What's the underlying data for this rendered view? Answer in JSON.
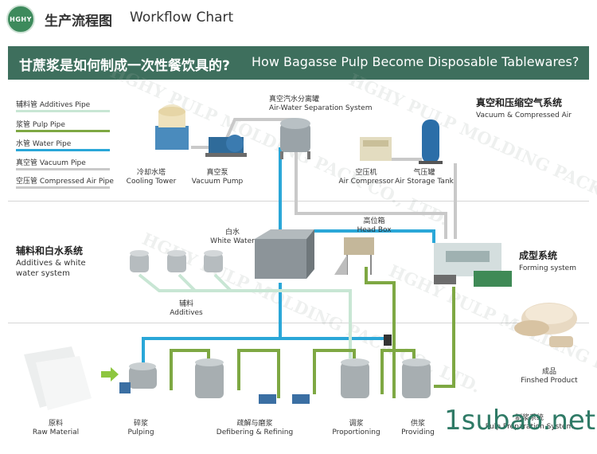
{
  "header": {
    "logo_text": "HGHY",
    "title_cn": "生产流程图",
    "title_en": "Workflow Chart"
  },
  "banner": {
    "cn": "甘蔗浆是如何制成一次性餐饮具的?",
    "en": "How Bagasse Pulp Become Disposable Tablewares?"
  },
  "legend": [
    {
      "label": "辅料管 Additives Pipe",
      "color": "#c8e6d4"
    },
    {
      "label": "浆管 Pulp Pipe",
      "color": "#7ea843"
    },
    {
      "label": "水管 Water Pipe",
      "color": "#2aa7d8"
    },
    {
      "label": "真空管 Vacuum Pipe",
      "color": "#c9c9c9"
    },
    {
      "label": "空压管 Compressed Air Pipe",
      "color": "#c9c9c9"
    }
  ],
  "watermark": "HGHY PULP MOLDING PACK CO., LTD.",
  "sections": {
    "vacuum_air": {
      "cn": "真空和压缩空气系统",
      "en": "Vacuum & Compressed Air"
    },
    "additives_white": {
      "cn": "辅料和白水系统",
      "en1": "Additives & white",
      "en2": "water system"
    },
    "forming": {
      "cn": "成型系统",
      "en": "Forming system"
    }
  },
  "labels": {
    "cooling_tower": {
      "cn": "冷却水塔",
      "en": "Cooling Tower"
    },
    "vacuum_pump": {
      "cn": "真空泵",
      "en": "Vacuum Pump"
    },
    "air_water_sep": {
      "cn": "真空汽水分离罐",
      "en": "Air-Water Separation System"
    },
    "air_compressor": {
      "cn": "空压机",
      "en": "Air Compressor"
    },
    "air_tank": {
      "cn": "气压罐",
      "en": "Air Storage Tank"
    },
    "white_water": {
      "cn": "白水",
      "en": "White Water"
    },
    "head_box": {
      "cn": "高位箱",
      "en": "Head Box"
    },
    "additives": {
      "cn": "辅料",
      "en": "Additives"
    },
    "finished": {
      "cn": "成品",
      "en": "Finshed Product"
    },
    "raw_material": {
      "cn": "原料",
      "en": "Raw Material"
    },
    "pulping": {
      "cn": "碎浆",
      "en": "Pulping"
    },
    "defibering": {
      "cn": "疏解与磨浆",
      "en": "Defibering & Refining"
    },
    "proportioning": {
      "cn": "调浆",
      "en": "Proportioning"
    },
    "providing": {
      "cn": "供浆",
      "en": "Providing"
    },
    "pulp_prep": {
      "cn": "制浆系统",
      "en": "Pulp Preparation System"
    }
  },
  "site": "1subao.net",
  "colors": {
    "banner": "#3e6f5d",
    "water": "#2aa7d8",
    "pulp": "#7ea843",
    "additives": "#c8e6d4",
    "vacuum": "#c9c9c9"
  }
}
